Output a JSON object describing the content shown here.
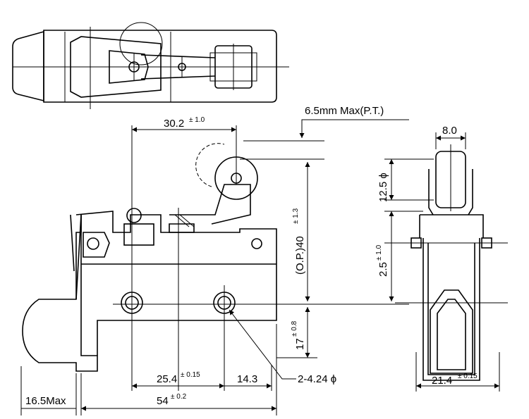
{
  "dimensions": {
    "roller_offset": {
      "value": "30.2",
      "tolerance": "± 1.0"
    },
    "pretravel": "6.5mm Max(P.T.)",
    "roller_width": "8.0",
    "roller_diameter": "12.5 ϕ",
    "operating_position": {
      "value": "(O.P.)40",
      "tolerance": "± 1.3"
    },
    "lever_height": {
      "value": "2.5",
      "tolerance": "± 1.0"
    },
    "hole_height": {
      "value": "17",
      "tolerance": "± 0.8"
    },
    "hole_spacing": {
      "value": "25.4",
      "tolerance": "± 0.15"
    },
    "hole_edge": "14.3",
    "mount_holes": "2-4.24 ϕ",
    "body_width": {
      "value": "21.4",
      "tolerance": "± 0.15"
    },
    "overall_length": {
      "value": "54",
      "tolerance": "± 0.2"
    },
    "plunger_length": "16.5Max"
  }
}
